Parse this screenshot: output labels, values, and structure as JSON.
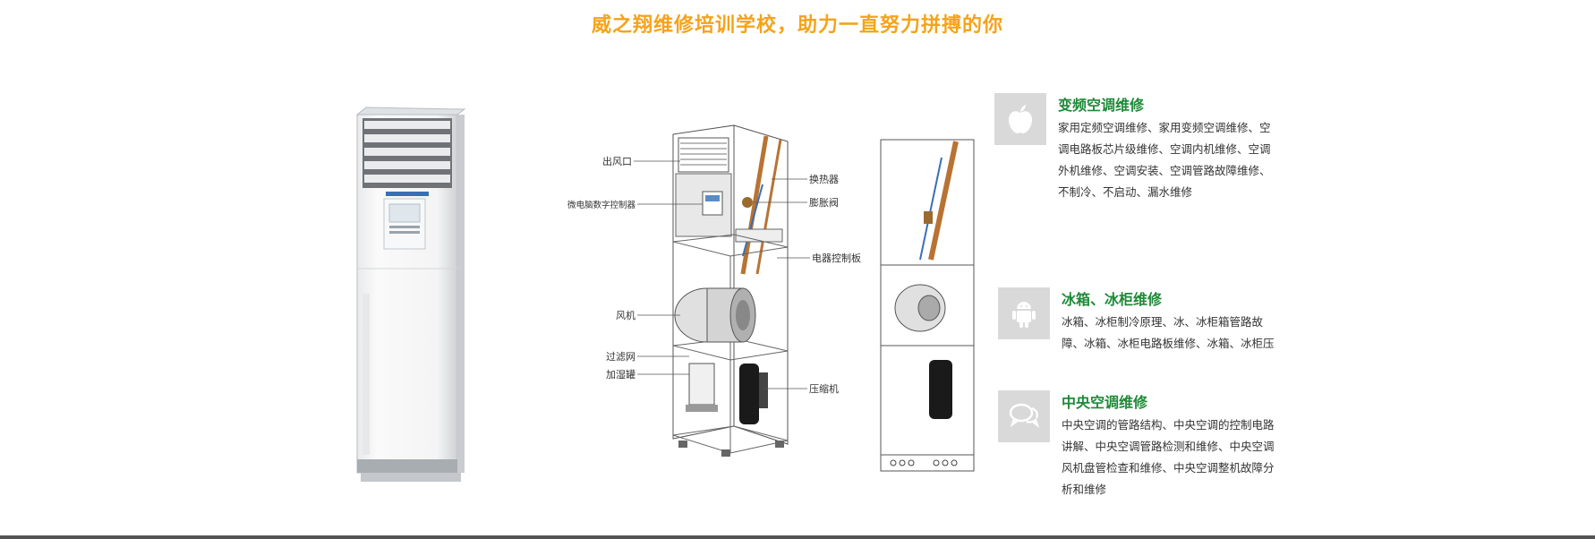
{
  "headline": "威之翔维修培训学校，助力一直努力拼搏的你",
  "diagram": {
    "labels": {
      "outlet": "出风口",
      "controller": "微电脑数字控制器",
      "heat_exchanger": "换热器",
      "expansion_valve": "膨胀阀",
      "control_board": "电器控制板",
      "fan": "风机",
      "filter": "过滤网",
      "humidifier": "加湿罐",
      "compressor": "压缩机"
    }
  },
  "features": [
    {
      "icon": "apple-icon",
      "title": "变频空调维修",
      "lines": [
        "家用定频空调维修、家用变频空调维修、空",
        "调电路板芯片级维修、空调内机维修、空调",
        "外机维修、空调安装、空调管路故障维修、",
        "不制冷、不启动、漏水维修"
      ]
    },
    {
      "icon": "android-icon",
      "title": "冰箱、冰柜维修",
      "lines": [
        "冰箱、冰柜制冷原理、冰、冰柜箱管路故",
        "障、冰箱、冰柜电路板维修、冰箱、冰柜压"
      ]
    },
    {
      "icon": "chat-icon",
      "title": "中央空调维修",
      "lines": [
        "中央空调的管路结构、中央空调的控制电路",
        "讲解、中央空调管路检测和维修、中央空调",
        "风机盘管检查和维修、中央空调整机故障分",
        "析和维修"
      ]
    }
  ],
  "colors": {
    "headline": "#f5a31a",
    "feature_title": "#1e8a38",
    "icon_bg": "#d9d9d9"
  }
}
